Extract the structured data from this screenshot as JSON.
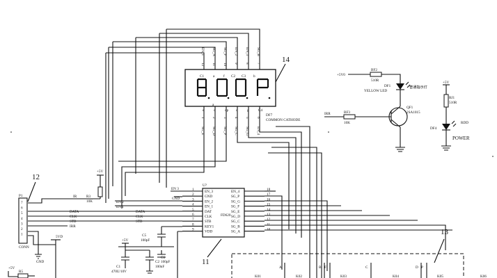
{
  "callouts": {
    "c11": "11",
    "c12": "12",
    "c13": "13",
    "c14": "14"
  },
  "display": {
    "digit_caps": [
      "C1",
      "C2",
      "C3",
      "C4"
    ],
    "led_sign": "DF7",
    "common_cathode": "COMMON CATHODE",
    "dp_label": "a",
    "top_pins": [
      {
        "num": "12",
        "sig": "EN_1"
      },
      {
        "num": "11",
        "sig": "SG_A"
      },
      {
        "num": "10",
        "sig": "SG_F"
      },
      {
        "num": "9",
        "sig": "EN_2"
      },
      {
        "num": "8",
        "sig": "EN_3"
      },
      {
        "num": "7",
        "sig": "SG_B"
      }
    ],
    "top_marks": [
      "a",
      "f",
      "C2",
      "C3",
      "b"
    ],
    "bottom_marks": [
      "e",
      "d",
      "dp",
      "c",
      "g",
      "C4"
    ],
    "bottom_pins": [
      {
        "num": "1",
        "sig": "SG_E"
      },
      {
        "num": "2",
        "sig": "SG_D"
      },
      {
        "num": "3",
        "sig": "SG_P"
      },
      {
        "num": "4",
        "sig": "SG_C"
      },
      {
        "num": "5",
        "sig": "SG_G"
      },
      {
        "num": "6",
        "sig": "EN_4"
      }
    ]
  },
  "chip": {
    "ref": "U?",
    "name": "FD620",
    "left_pins": [
      {
        "n": "1",
        "name": "EN_3"
      },
      {
        "n": "2",
        "name": "GND"
      },
      {
        "n": "3",
        "name": "EN_2"
      },
      {
        "n": "4",
        "name": "EN_1"
      },
      {
        "n": "5",
        "name": "DAT"
      },
      {
        "n": "6",
        "name": "CLK"
      },
      {
        "n": "7",
        "name": "STB"
      },
      {
        "n": "8",
        "name": "KEY1"
      },
      {
        "n": "9",
        "name": "VDD"
      }
    ],
    "right_pins": [
      {
        "n": "18",
        "name": "EN_4"
      },
      {
        "n": "17",
        "name": "SG_P"
      },
      {
        "n": "16",
        "name": "SG_G"
      },
      {
        "n": "15",
        "name": "SG_F"
      },
      {
        "n": "14",
        "name": "SG_E"
      },
      {
        "n": "13",
        "name": "SG_D"
      },
      {
        "n": "12",
        "name": "SG_C"
      },
      {
        "n": "11",
        "name": "SG_B"
      },
      {
        "n": "10",
        "name": "SG_A"
      }
    ],
    "left_nets": [
      "EN 3",
      "GND",
      "EN 2",
      "EN 1",
      "DATA",
      "CLK",
      "STB"
    ]
  },
  "connector": {
    "ref": "P1",
    "name": "CONN",
    "pins": [
      "7",
      "6",
      "5",
      "4",
      "3",
      "2",
      "1"
    ],
    "nets": [
      "IR",
      "DATA",
      "CLK",
      "STB",
      "IRR"
    ],
    "gnd": "GND",
    "vdd": "5VD"
  },
  "passives": {
    "r3": {
      "ref": "R3",
      "val": "10K",
      "supply": "+5V"
    },
    "r5": {
      "ref": "R5",
      "supply": "+5V"
    },
    "c5": {
      "ref": "C5",
      "val": "100pF"
    },
    "c6": {
      "ref": "C6",
      "val": "100pF"
    },
    "c1": {
      "ref": "C1",
      "val": "470U/10V",
      "supply": "+5V"
    },
    "c2": {
      "ref": "C2",
      "val": "100nF"
    }
  },
  "led_circuit": {
    "supply": "+5V0",
    "bf2": {
      "ref": "BF2",
      "val": "510R"
    },
    "df1": {
      "ref": "DF1",
      "desc": "YELLOW LED",
      "cn": "普通指示灯"
    },
    "irr": "IRR",
    "bf3": {
      "ref": "BF3",
      "val": "10K"
    },
    "qf1": {
      "ref": "QF1",
      "val": "2SA1015"
    }
  },
  "power_led": {
    "supply": "+5V",
    "r": {
      "ref": "RJ1",
      "val": "510R"
    },
    "df4": "DF4",
    "rdd": "RDD",
    "label": "POWER"
  },
  "keys": {
    "names": [
      "K01",
      "K02",
      "K03",
      "K04",
      "K05",
      "K06"
    ],
    "nets": [
      "A",
      "B",
      "F",
      "C",
      "D",
      "P"
    ]
  }
}
